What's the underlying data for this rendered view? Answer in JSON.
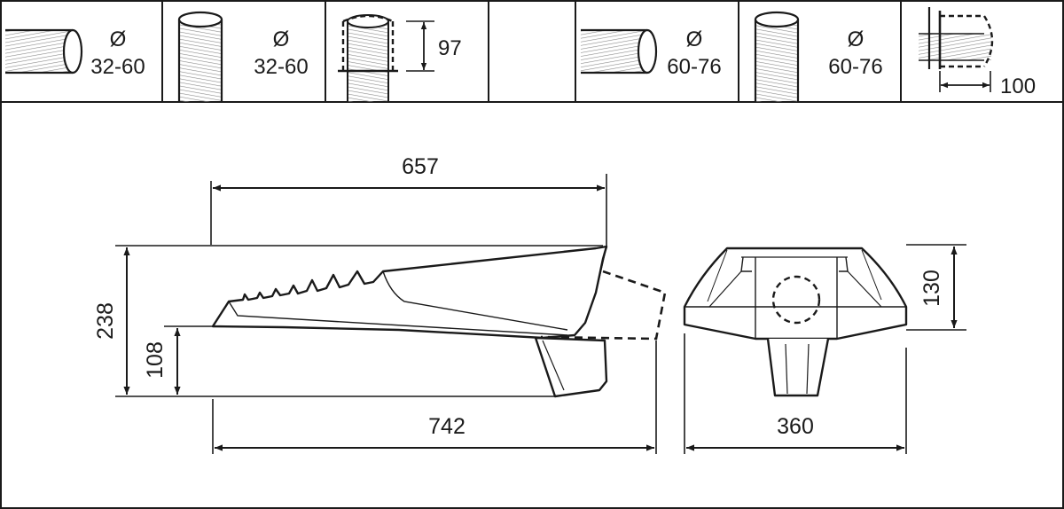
{
  "colors": {
    "line": "#1a1a1a",
    "hatch": "#8a8a8a",
    "background": "#ffffff"
  },
  "mounting": {
    "panel_1": {
      "icon": "horizontal-pole-icon",
      "symbol": "Ø",
      "range": "32-60"
    },
    "panel_2": {
      "icon": "vertical-pole-icon",
      "symbol": "Ø",
      "range": "32-60"
    },
    "panel_3": {
      "icon": "vertical-spigot-icon",
      "depth": "97"
    },
    "panel_4": {
      "icon": "horizontal-pole-icon",
      "symbol": "Ø",
      "range": "60-76"
    },
    "panel_5": {
      "icon": "vertical-pole-icon",
      "symbol": "Ø",
      "range": "60-76"
    },
    "panel_6": {
      "icon": "side-entry-spigot-icon",
      "depth": "100"
    }
  },
  "side_view": {
    "icon": "luminaire-side-view-icon",
    "top_length": "657",
    "total_length": "742",
    "total_height": "238",
    "head_height": "108"
  },
  "front_view": {
    "icon": "luminaire-front-view-icon",
    "width": "360",
    "height": "130"
  }
}
